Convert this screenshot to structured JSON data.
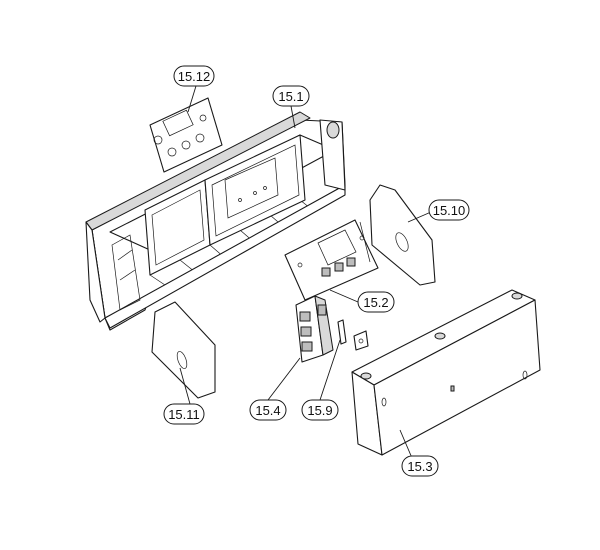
{
  "callouts": {
    "c15_12": "15.12",
    "c15_1": "15.1",
    "c15_10": "15.10",
    "c15_2": "15.2",
    "c15_11": "15.11",
    "c15_4": "15.4",
    "c15_9": "15.9",
    "c15_3": "15.3"
  }
}
